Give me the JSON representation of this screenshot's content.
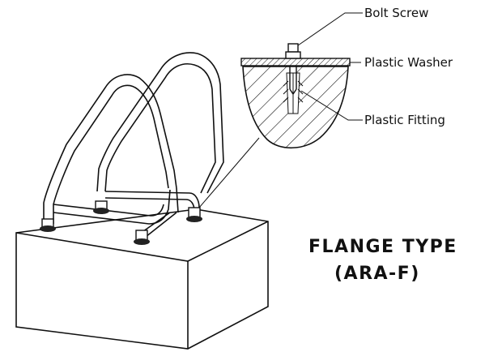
{
  "labels": {
    "bolt_screw": "Bolt Screw",
    "plastic_washer": "Plastic Washer",
    "plastic_fitting": "Plastic Fitting"
  },
  "title": {
    "line1": "FLANGE TYPE",
    "line2": "(ARA-F)"
  },
  "colors": {
    "stroke": "#111111",
    "background": "#ffffff"
  }
}
